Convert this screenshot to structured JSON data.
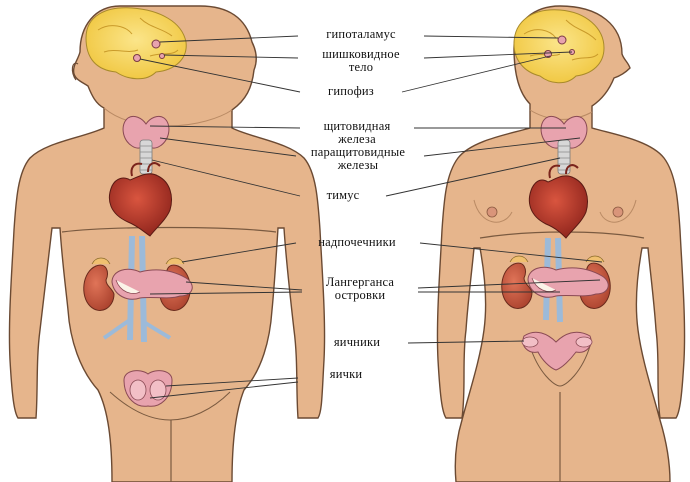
{
  "labels": {
    "hypothalamus": "гипоталамус",
    "pineal_line1": "шишковидное",
    "pineal_line2": "тело",
    "pituitary": "гипофиз",
    "thyroid_line1": "щитовидная",
    "thyroid_line2": "железа",
    "parathyroid_line1": "паращитовидные",
    "parathyroid_line2": "железы",
    "thymus": "тимус",
    "adrenal": "надпочечники",
    "islets_line1": "Лангерганса",
    "islets_line2": "островки",
    "ovaries": "яичники",
    "testes": "яички"
  },
  "colors": {
    "skin": "#e6b58c",
    "skin_outline": "#6b4a33",
    "brain": "#f5d25a",
    "gland": "#e8a3ae",
    "heart": "#b5372b",
    "kidney": "#c9553e",
    "vessel": "#9cbad9",
    "leader_line": "#333333"
  }
}
